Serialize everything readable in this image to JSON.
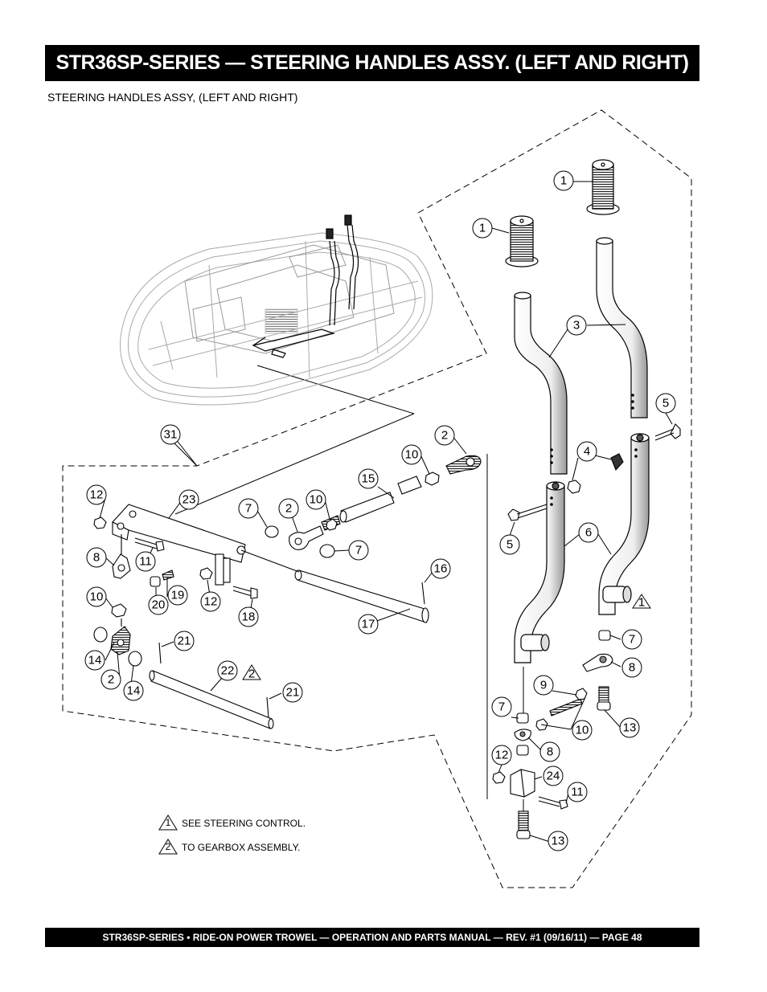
{
  "header": {
    "title": "STR36SP-SERIES — STEERING HANDLES ASSY. (LEFT AND  RIGHT)"
  },
  "subtitle": "STEERING HANDLES ASSY, (LEFT AND RIGHT)",
  "callouts": {
    "c1a": "1",
    "c1b": "1",
    "c2a": "2",
    "c2b": "2",
    "c2c": "2",
    "c3": "3",
    "c4": "4",
    "c5a": "5",
    "c5b": "5",
    "c6": "6",
    "c7a": "7",
    "c7b": "7",
    "c7c": "7",
    "c7d": "7",
    "c8a": "8",
    "c8b": "8",
    "c8c": "8",
    "c9": "9",
    "c10a": "10",
    "c10b": "10",
    "c10c": "10",
    "c10d": "10",
    "c11a": "11",
    "c11b": "11",
    "c12a": "12",
    "c12b": "12",
    "c12c": "12",
    "c13a": "13",
    "c13b": "13",
    "c14a": "14",
    "c14b": "14",
    "c15": "15",
    "c16": "16",
    "c17": "17",
    "c18": "18",
    "c19": "19",
    "c20": "20",
    "c21a": "21",
    "c21b": "21",
    "c22": "22",
    "c23": "23",
    "c24": "24",
    "c31": "31"
  },
  "notes": {
    "flag1": "1",
    "flag2": "2",
    "note1": "SEE STEERING CONTROL.",
    "note2": "TO GEARBOX ASSEMBLY."
  },
  "footer": "STR36SP-SERIES • RIDE-ON POWER TROWEL —  OPERATION AND PARTS MANUAL — REV. #1  (09/16/11) — PAGE 48"
}
